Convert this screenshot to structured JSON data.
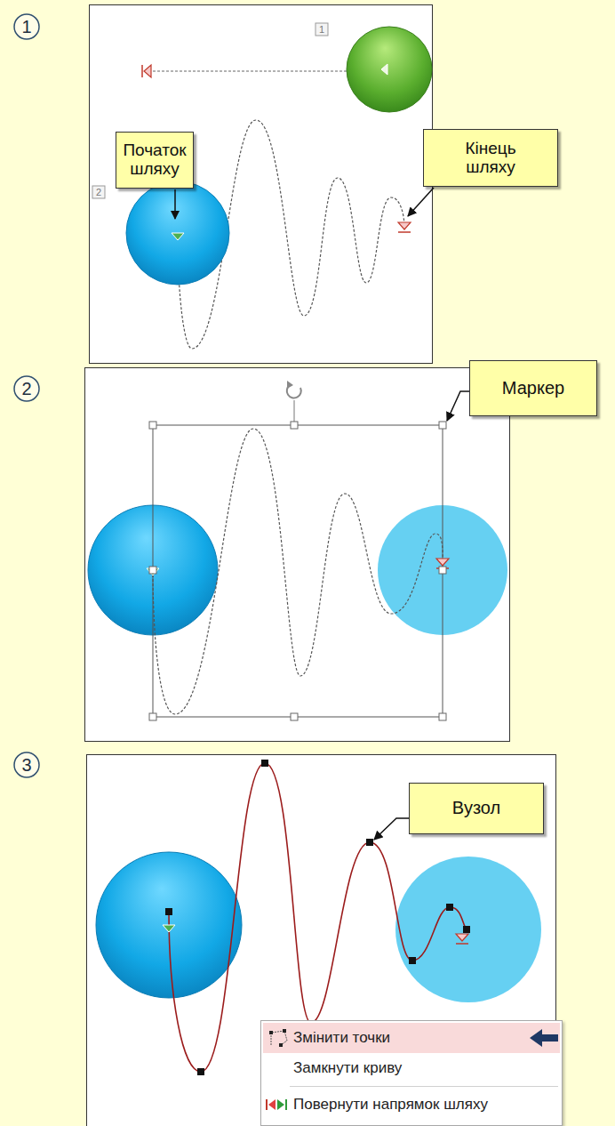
{
  "diagram": {
    "nodes": [
      {
        "text": [
          "Початок шляху"
        ]
      },
      {
        "text": [
          "Кінець шляху"
        ]
      },
      {
        "text": [
          "Маркер"
        ]
      },
      {
        "text": [
          "Вузол"
        ]
      },
      {
        "text": [
          "Змінити точки",
          "Замкнути криву",
          "Повернути напрямок шляху"
        ]
      }
    ],
    "labels": [
      "1",
      "1",
      "2",
      "2",
      "3"
    ]
  }
}
